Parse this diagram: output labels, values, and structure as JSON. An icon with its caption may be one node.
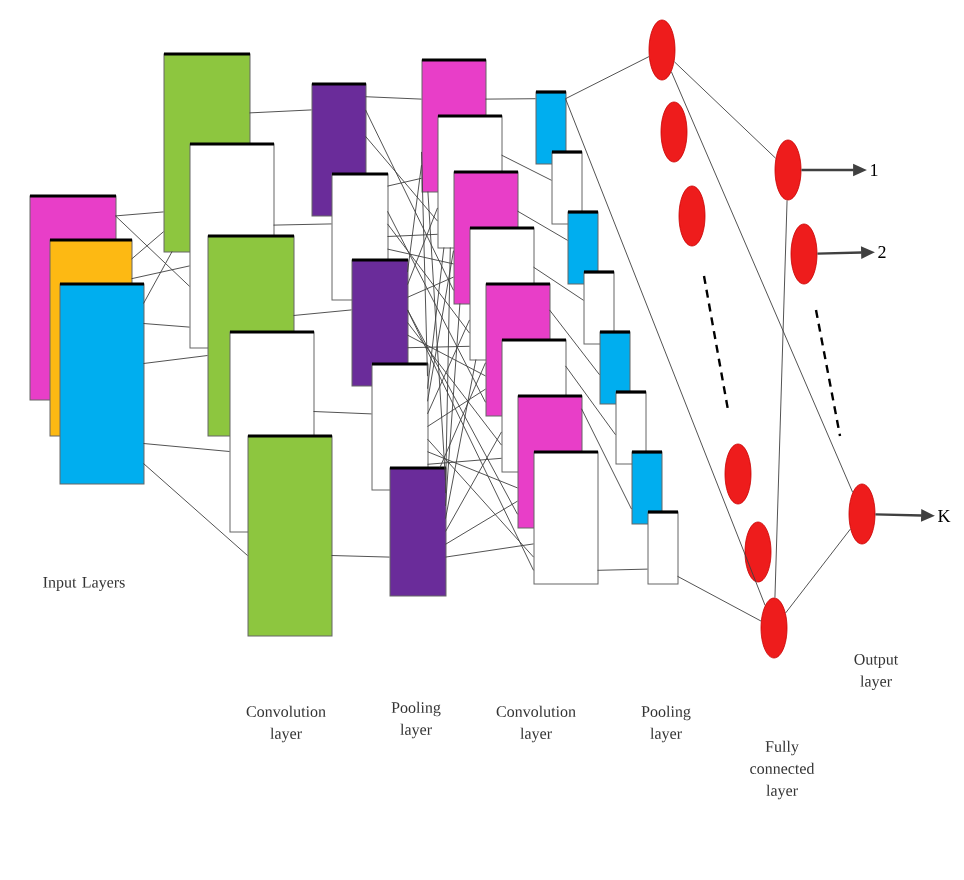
{
  "diagram": {
    "nodes": [
      {
        "text": [],
        "shape": "box"
      },
      {
        "text": [],
        "shape": "box"
      },
      {
        "text": [],
        "shape": "box"
      },
      {
        "text": [],
        "shape": "box"
      },
      {
        "text": [],
        "shape": "box"
      },
      {
        "text": [],
        "shape": "box"
      },
      {
        "text": [],
        "shape": "box"
      },
      {
        "text": [],
        "shape": "box"
      },
      {
        "text": [],
        "shape": "box"
      },
      {
        "text": [],
        "shape": "box"
      },
      {
        "text": [],
        "shape": "box"
      },
      {
        "text": [],
        "shape": "box"
      },
      {
        "text": [],
        "shape": "box"
      },
      {
        "text": [],
        "shape": "box"
      },
      {
        "text": [],
        "shape": "box"
      },
      {
        "text": [],
        "shape": "box"
      },
      {
        "text": [],
        "shape": "box"
      },
      {
        "text": [],
        "shape": "box"
      },
      {
        "text": [],
        "shape": "box"
      },
      {
        "text": [],
        "shape": "box"
      },
      {
        "text": [],
        "shape": "box"
      },
      {
        "text": [],
        "shape": "box"
      },
      {
        "text": [],
        "shape": "box"
      },
      {
        "text": [],
        "shape": "box"
      },
      {
        "text": [],
        "shape": "box"
      },
      {
        "text": [],
        "shape": "box"
      },
      {
        "text": [],
        "shape": "box"
      },
      {
        "text": [],
        "shape": "box"
      },
      {
        "text": [],
        "shape": "box"
      },
      {
        "text": [],
        "shape": "circle"
      },
      {
        "text": [],
        "shape": "circle"
      },
      {
        "text": [],
        "shape": "circle"
      },
      {
        "text": [],
        "shape": "circle"
      },
      {
        "text": [],
        "shape": "circle"
      },
      {
        "text": [],
        "shape": "circle"
      },
      {
        "text": [],
        "shape": "circle"
      },
      {
        "text": [],
        "shape": "circle"
      },
      {
        "text": [],
        "shape": "circle"
      },
      {
        "text": [
          "1"
        ]
      },
      {
        "text": [
          "2"
        ]
      },
      {
        "text": [
          "K"
        ]
      }
    ],
    "edges": [
      {
        "from": 0,
        "to": 3,
        "arrow": "none"
      },
      {
        "from": 0,
        "to": 4,
        "arrow": "none"
      },
      {
        "from": 1,
        "to": 3,
        "arrow": "none"
      },
      {
        "from": 1,
        "to": 4,
        "arrow": "none"
      },
      {
        "from": 2,
        "to": 3,
        "arrow": "none"
      },
      {
        "from": 2,
        "to": 4,
        "arrow": "none"
      },
      {
        "from": 2,
        "to": 5,
        "arrow": "none"
      },
      {
        "from": 2,
        "to": 6,
        "arrow": "none"
      },
      {
        "from": 2,
        "to": 7,
        "arrow": "none"
      },
      {
        "from": 3,
        "to": 8,
        "arrow": "none"
      },
      {
        "from": 4,
        "to": 9,
        "arrow": "none"
      },
      {
        "from": 5,
        "to": 10,
        "arrow": "none"
      },
      {
        "from": 6,
        "to": 11,
        "arrow": "none"
      },
      {
        "from": 7,
        "to": 12,
        "arrow": "none"
      },
      {
        "from": 8,
        "to": 13,
        "arrow": "none"
      },
      {
        "from": 8,
        "to": 14,
        "arrow": "none"
      },
      {
        "from": 8,
        "to": 15,
        "arrow": "none"
      },
      {
        "from": 9,
        "to": 13,
        "arrow": "none"
      },
      {
        "from": 9,
        "to": 14,
        "arrow": "none"
      },
      {
        "from": 9,
        "to": 15,
        "arrow": "none"
      },
      {
        "from": 9,
        "to": 16,
        "arrow": "none"
      },
      {
        "from": 9,
        "to": 17,
        "arrow": "none"
      },
      {
        "from": 10,
        "to": 13,
        "arrow": "none"
      },
      {
        "from": 10,
        "to": 14,
        "arrow": "none"
      },
      {
        "from": 10,
        "to": 15,
        "arrow": "none"
      },
      {
        "from": 10,
        "to": 16,
        "arrow": "none"
      },
      {
        "from": 10,
        "to": 17,
        "arrow": "none"
      },
      {
        "from": 10,
        "to": 18,
        "arrow": "none"
      },
      {
        "from": 10,
        "to": 19,
        "arrow": "none"
      },
      {
        "from": 10,
        "to": 20,
        "arrow": "none"
      },
      {
        "from": 11,
        "to": 13,
        "arrow": "none"
      },
      {
        "from": 11,
        "to": 14,
        "arrow": "none"
      },
      {
        "from": 11,
        "to": 15,
        "arrow": "none"
      },
      {
        "from": 11,
        "to": 16,
        "arrow": "none"
      },
      {
        "from": 11,
        "to": 17,
        "arrow": "none"
      },
      {
        "from": 11,
        "to": 18,
        "arrow": "none"
      },
      {
        "from": 11,
        "to": 19,
        "arrow": "none"
      },
      {
        "from": 11,
        "to": 20,
        "arrow": "none"
      },
      {
        "from": 12,
        "to": 13,
        "arrow": "none"
      },
      {
        "from": 12,
        "to": 14,
        "arrow": "none"
      },
      {
        "from": 12,
        "to": 15,
        "arrow": "none"
      },
      {
        "from": 12,
        "to": 16,
        "arrow": "none"
      },
      {
        "from": 12,
        "to": 17,
        "arrow": "none"
      },
      {
        "from": 12,
        "to": 18,
        "arrow": "none"
      },
      {
        "from": 12,
        "to": 19,
        "arrow": "none"
      },
      {
        "from": 12,
        "to": 20,
        "arrow": "none"
      },
      {
        "from": 13,
        "to": 21,
        "arrow": "none"
      },
      {
        "from": 14,
        "to": 22,
        "arrow": "none"
      },
      {
        "from": 15,
        "to": 23,
        "arrow": "none"
      },
      {
        "from": 16,
        "to": 24,
        "arrow": "none"
      },
      {
        "from": 17,
        "to": 25,
        "arrow": "none"
      },
      {
        "from": 18,
        "to": 26,
        "arrow": "none"
      },
      {
        "from": 19,
        "to": 27,
        "arrow": "none"
      },
      {
        "from": 20,
        "to": 28,
        "arrow": "none"
      },
      {
        "from": 21,
        "to": 29,
        "arrow": "none"
      },
      {
        "from": 21,
        "to": 34,
        "arrow": "none"
      },
      {
        "from": 28,
        "to": 34,
        "arrow": "none"
      },
      {
        "from": 29,
        "to": 35,
        "arrow": "none"
      },
      {
        "from": 29,
        "to": 37,
        "arrow": "none"
      },
      {
        "from": 35,
        "to": 34,
        "arrow": "none"
      },
      {
        "from": 34,
        "to": 37,
        "arrow": "none"
      },
      {
        "from": 35,
        "to": 38,
        "arrow": "to"
      },
      {
        "from": 36,
        "to": 39,
        "arrow": "to"
      },
      {
        "from": 37,
        "to": 40,
        "arrow": "to"
      }
    ],
    "labels": [
      "Input Layers",
      "Convolution layer",
      "Pooling layer",
      "Convolution layer",
      "Pooling layer",
      "Fully connected layer",
      "Output layer"
    ]
  }
}
